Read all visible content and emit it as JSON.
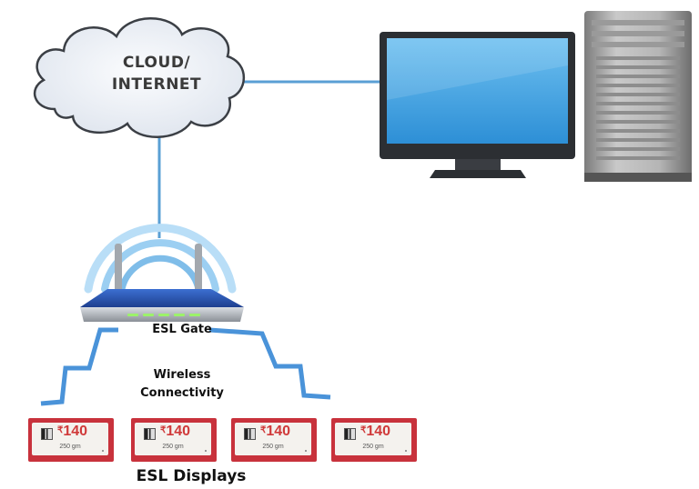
{
  "cloud": {
    "line1": "CLOUD/",
    "line2": "INTERNET"
  },
  "gateway": {
    "label": "ESL Gate"
  },
  "wireless": {
    "line1": "Wireless",
    "line2": "Connectivity"
  },
  "displays": {
    "label": "ESL Displays",
    "tags": [
      {
        "price": "140",
        "currency": "₹",
        "weight": "250 gm"
      },
      {
        "price": "140",
        "currency": "₹",
        "weight": "250 gm"
      },
      {
        "price": "140",
        "currency": "₹",
        "weight": "250 gm"
      },
      {
        "price": "140",
        "currency": "₹",
        "weight": "250 gm"
      }
    ]
  },
  "colors": {
    "link_line": "#5a9fd4",
    "wireless_bolt": "#4a93d9",
    "tag_frame": "#c8323c",
    "tag_price": "#d03a3a",
    "wifi_waves": "#9ccff2"
  },
  "icons": [
    "cloud-icon",
    "monitor-icon",
    "server-tower-icon",
    "router-icon",
    "wifi-waves-icon",
    "qr-code-icon"
  ]
}
